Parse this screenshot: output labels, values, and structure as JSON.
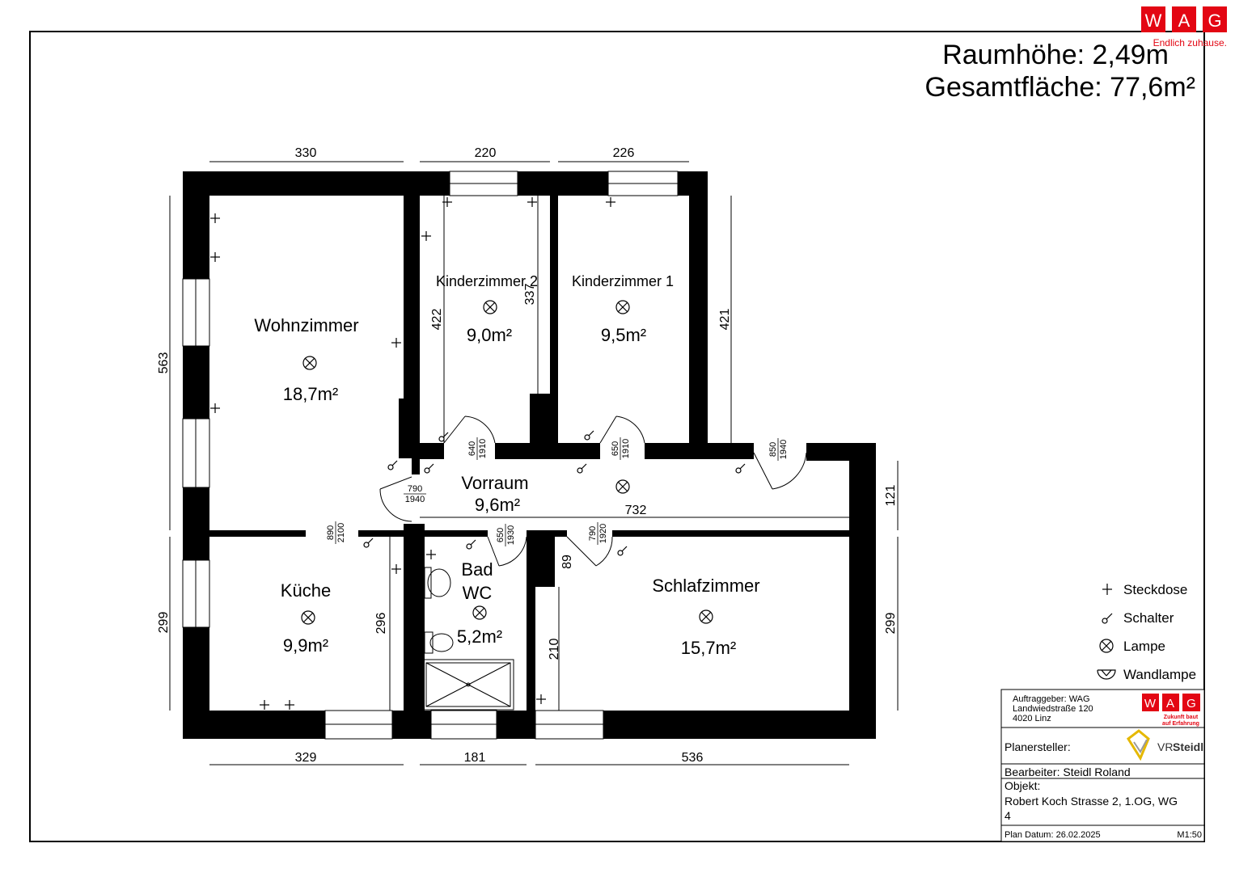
{
  "header": {
    "room_height": "Raumhöhe: 2,49m",
    "total_area": "Gesamtfläche: 77,6m²"
  },
  "brand": {
    "logo_letters": [
      "W",
      "A",
      "G"
    ],
    "tagline": "Endlich zuhause.",
    "color": "#e30613"
  },
  "rooms": [
    {
      "name": "Wohnzimmer",
      "area": "18,7m²"
    },
    {
      "name": "Kinderzimmer 2",
      "area": "9,0m²"
    },
    {
      "name": "Kinderzimmer 1",
      "area": "9,5m²"
    },
    {
      "name": "Vorraum",
      "area": "9,6m²"
    },
    {
      "name": "Küche",
      "area": "9,9m²"
    },
    {
      "name_line1": "Bad",
      "name_line2": "WC",
      "area": "5,2m²"
    },
    {
      "name": "Schlafzimmer",
      "area": "15,7m²"
    }
  ],
  "dimensions": {
    "top": [
      "330",
      "220",
      "226"
    ],
    "bottom": [
      "329",
      "181",
      "536"
    ],
    "left": [
      "563",
      "299"
    ],
    "right": [
      "421",
      "121",
      "299"
    ],
    "inner": [
      "422",
      "337",
      "732",
      "296",
      "89",
      "210"
    ]
  },
  "doors": [
    {
      "w": "640",
      "h": "1910"
    },
    {
      "w": "650",
      "h": "1910"
    },
    {
      "w": "850",
      "h": "1940"
    },
    {
      "w": "790",
      "h": "1940"
    },
    {
      "w": "890",
      "h": "2100"
    },
    {
      "w": "650",
      "h": "1930"
    },
    {
      "w": "790",
      "h": "1920"
    }
  ],
  "legend": [
    {
      "label": "Steckdose",
      "icon": "socket-icon"
    },
    {
      "label": "Schalter",
      "icon": "switch-icon"
    },
    {
      "label": "Lampe",
      "icon": "lamp-icon"
    },
    {
      "label": "Wandlampe",
      "icon": "wall-lamp-icon"
    }
  ],
  "titleblock": {
    "client_line1": "Auftraggeber: WAG",
    "client_line2": "Landwiedstraße 120",
    "client_line3": "4020 Linz",
    "wag_tagline_1": "Zukunft baut",
    "wag_tagline_2": "auf Erfahrung",
    "planner_label": "Planersteller:",
    "planner_logo_prefix": "VR",
    "planner_logo_name": "Steidl",
    "editor": "Bearbeiter: Steidl Roland",
    "object_label": "Objekt:",
    "object_line1": "Robert Koch Strasse 2, 1.OG, WG",
    "object_line2": "4",
    "plan_date": "Plan Datum: 26.02.2025",
    "scale": "M1:50"
  }
}
